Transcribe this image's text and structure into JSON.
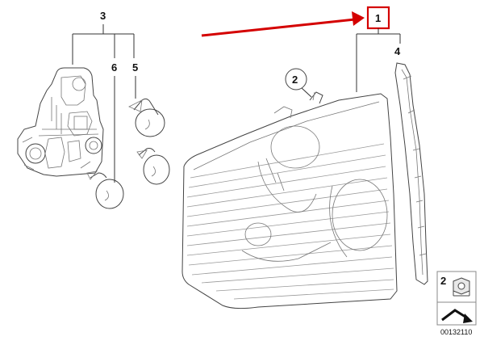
{
  "callouts": {
    "c1": "1",
    "c2": "2",
    "c3": "3",
    "c4": "4",
    "c5": "5",
    "c6": "6"
  },
  "legend_box": {
    "number": "2"
  },
  "diagram_id": "00132110",
  "colors": {
    "highlight": "#d40000",
    "line": "#444444"
  }
}
